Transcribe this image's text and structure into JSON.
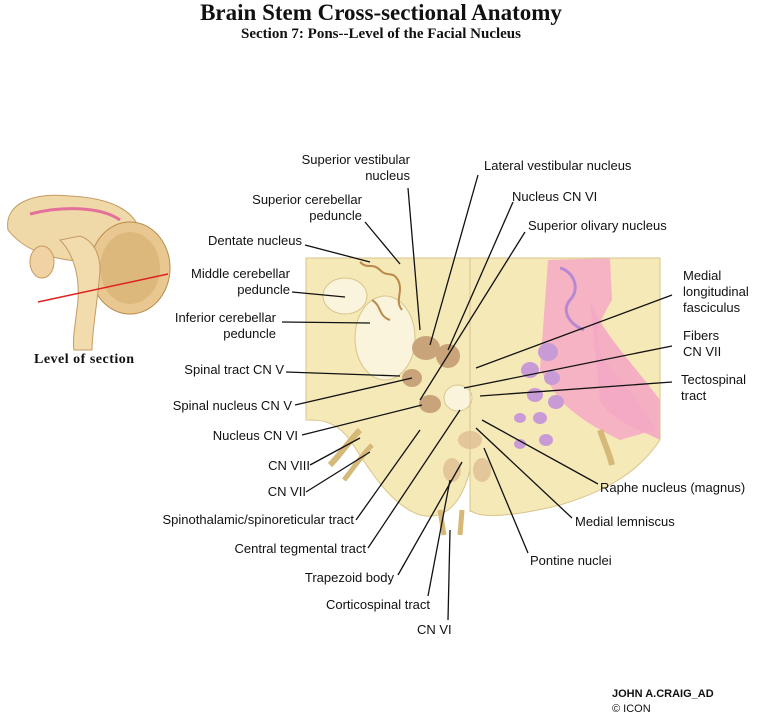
{
  "title": "Brain Stem Cross-sectional Anatomy",
  "subtitle": "Section 7:  Pons--Level of the Facial Nucleus",
  "inset_caption": "Level of section",
  "labels": {
    "superior_vestibular_nucleus": "Superior vestibular\nnucleus",
    "lateral_vestibular_nucleus": "Lateral vestibular nucleus",
    "nucleus_cn_vi_top": "Nucleus CN VI",
    "superior_olivary_nucleus": "Superior olivary nucleus",
    "superior_cerebellar_peduncle": "Superior cerebellar\npeduncle",
    "dentate_nucleus": "Dentate nucleus",
    "middle_cerebellar_peduncle": "Middle cerebellar\npeduncle",
    "inferior_cerebellar_peduncle": "Inferior cerebellar\npeduncle",
    "spinal_tract_cn_v": "Spinal tract CN V",
    "spinal_nucleus_cn_v": "Spinal nucleus CN V",
    "nucleus_cn_vi_left": "Nucleus CN VI",
    "cn_viii": "CN VIII",
    "cn_vii": "CN VII",
    "spinothalamic_tract": "Spinothalamic/spinoreticular tract",
    "central_tegmental_tract": "Central tegmental tract",
    "trapezoid_body": "Trapezoid body",
    "corticospinal_tract": "Corticospinal tract",
    "cn_vi": "CN VI",
    "medial_longitudinal_fasciculus": "Medial\nlongitudinal\nfasciculus",
    "fibers_cn_vii": "Fibers\nCN VII",
    "tectospinal_tract": "Tectospinal\ntract",
    "raphe_nucleus": "Raphe nucleus (magnus)",
    "medial_lemniscus": "Medial lemniscus",
    "pontine_nuclei": "Pontine nuclei"
  },
  "signature": "JOHN A.CRAIG_AD",
  "copyright": "© ICON",
  "colors": {
    "tissue": "#f6e9b8",
    "tissue_dark": "#d9b98a",
    "nucleus": "#c9a47a",
    "pink": "#f4a9c4",
    "lavender": "#c89bd6",
    "red_line": "#e02020"
  }
}
